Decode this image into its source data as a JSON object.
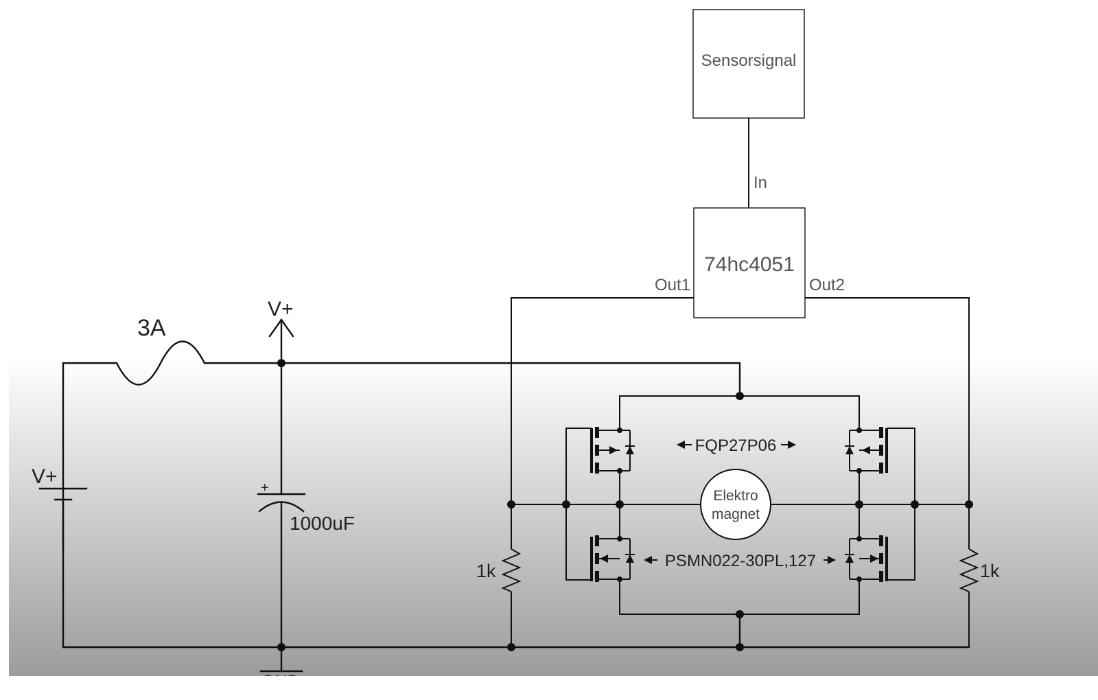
{
  "blocks": {
    "sensor": "Sensorsignal",
    "mux": "74hc4051",
    "in_pin": "In",
    "out1_pin": "Out1",
    "out2_pin": "Out2"
  },
  "components": {
    "fuse": "3A",
    "vplus_rail": "V+",
    "battery": "V+",
    "capacitor": "1000uF",
    "cap_polarity": "+",
    "resistor_left": "1k",
    "resistor_right": "1k",
    "pmos": "FQP27P06",
    "nmos": "PSMN022-30PL,127",
    "coil_line1": "Elektro",
    "coil_line2": "magnet",
    "ground_partial": "GND"
  },
  "colors": {
    "wire": "#111111",
    "background_top": "#ffffff",
    "background_bottom": "#9c9c9c"
  }
}
